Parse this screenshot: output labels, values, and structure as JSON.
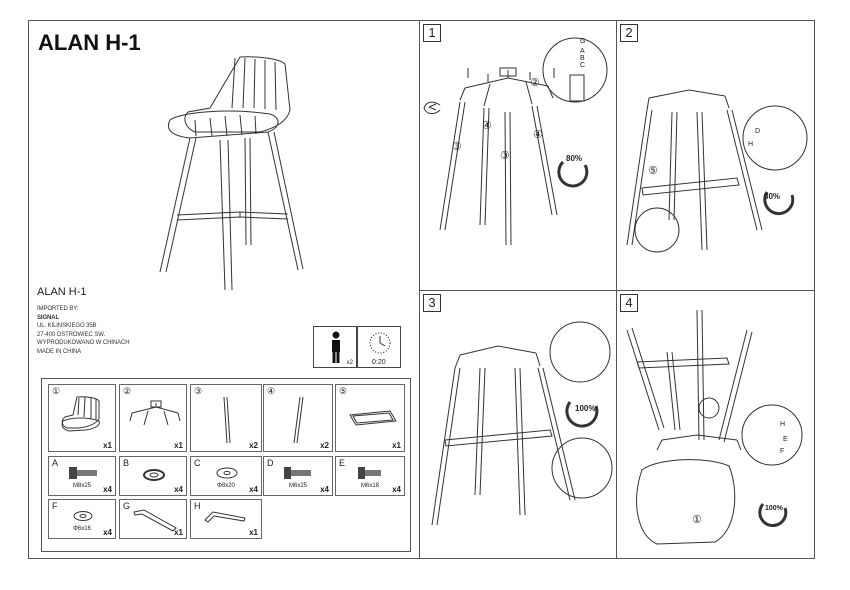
{
  "title": "ALAN H-1",
  "model_label": "ALAN H-1",
  "importer": [
    "IMPORTED BY:",
    "SIGNAL",
    "UL. KILINSKIEGO 35B",
    "27-400 OSTROWIEC SW.",
    "WYPRODUKOWANO W CHINACH",
    "MADE IN CHINA"
  ],
  "persons": "x2",
  "time": "0:20",
  "steps": [
    "1",
    "2",
    "3",
    "4"
  ],
  "parts": {
    "numbered": [
      {
        "id": "①",
        "qty": "x1"
      },
      {
        "id": "②",
        "qty": "x1"
      },
      {
        "id": "③",
        "qty": "x2"
      },
      {
        "id": "④",
        "qty": "x2"
      },
      {
        "id": "⑤",
        "qty": "x1"
      }
    ],
    "hardware": [
      {
        "id": "A",
        "spec": "M8x25",
        "qty": "x4"
      },
      {
        "id": "B",
        "spec": "",
        "qty": "x4"
      },
      {
        "id": "C",
        "spec": "Φ8x20",
        "qty": "x4"
      },
      {
        "id": "D",
        "spec": "M6x25",
        "qty": "x4"
      },
      {
        "id": "E",
        "spec": "M6x18",
        "qty": "x4"
      },
      {
        "id": "F",
        "spec": "Φ6x16",
        "qty": "x4"
      },
      {
        "id": "G",
        "spec": "",
        "qty": "x1"
      },
      {
        "id": "H",
        "spec": "",
        "qty": "x1"
      }
    ]
  },
  "callouts": {
    "step1": {
      "legs_a": "③",
      "legs_b": "④",
      "legs_c": "③",
      "legs_d": "④",
      "base": "②",
      "hw": [
        "G",
        "A",
        "B",
        "C"
      ],
      "torque": "80%"
    },
    "step2": {
      "frame": "⑤",
      "hw": [
        "D",
        "H"
      ],
      "torque": "80%"
    },
    "step3": {
      "torque": "100%"
    },
    "step4": {
      "seat": "①",
      "hw": [
        "H",
        "E",
        "F"
      ],
      "torque": "100%"
    }
  }
}
